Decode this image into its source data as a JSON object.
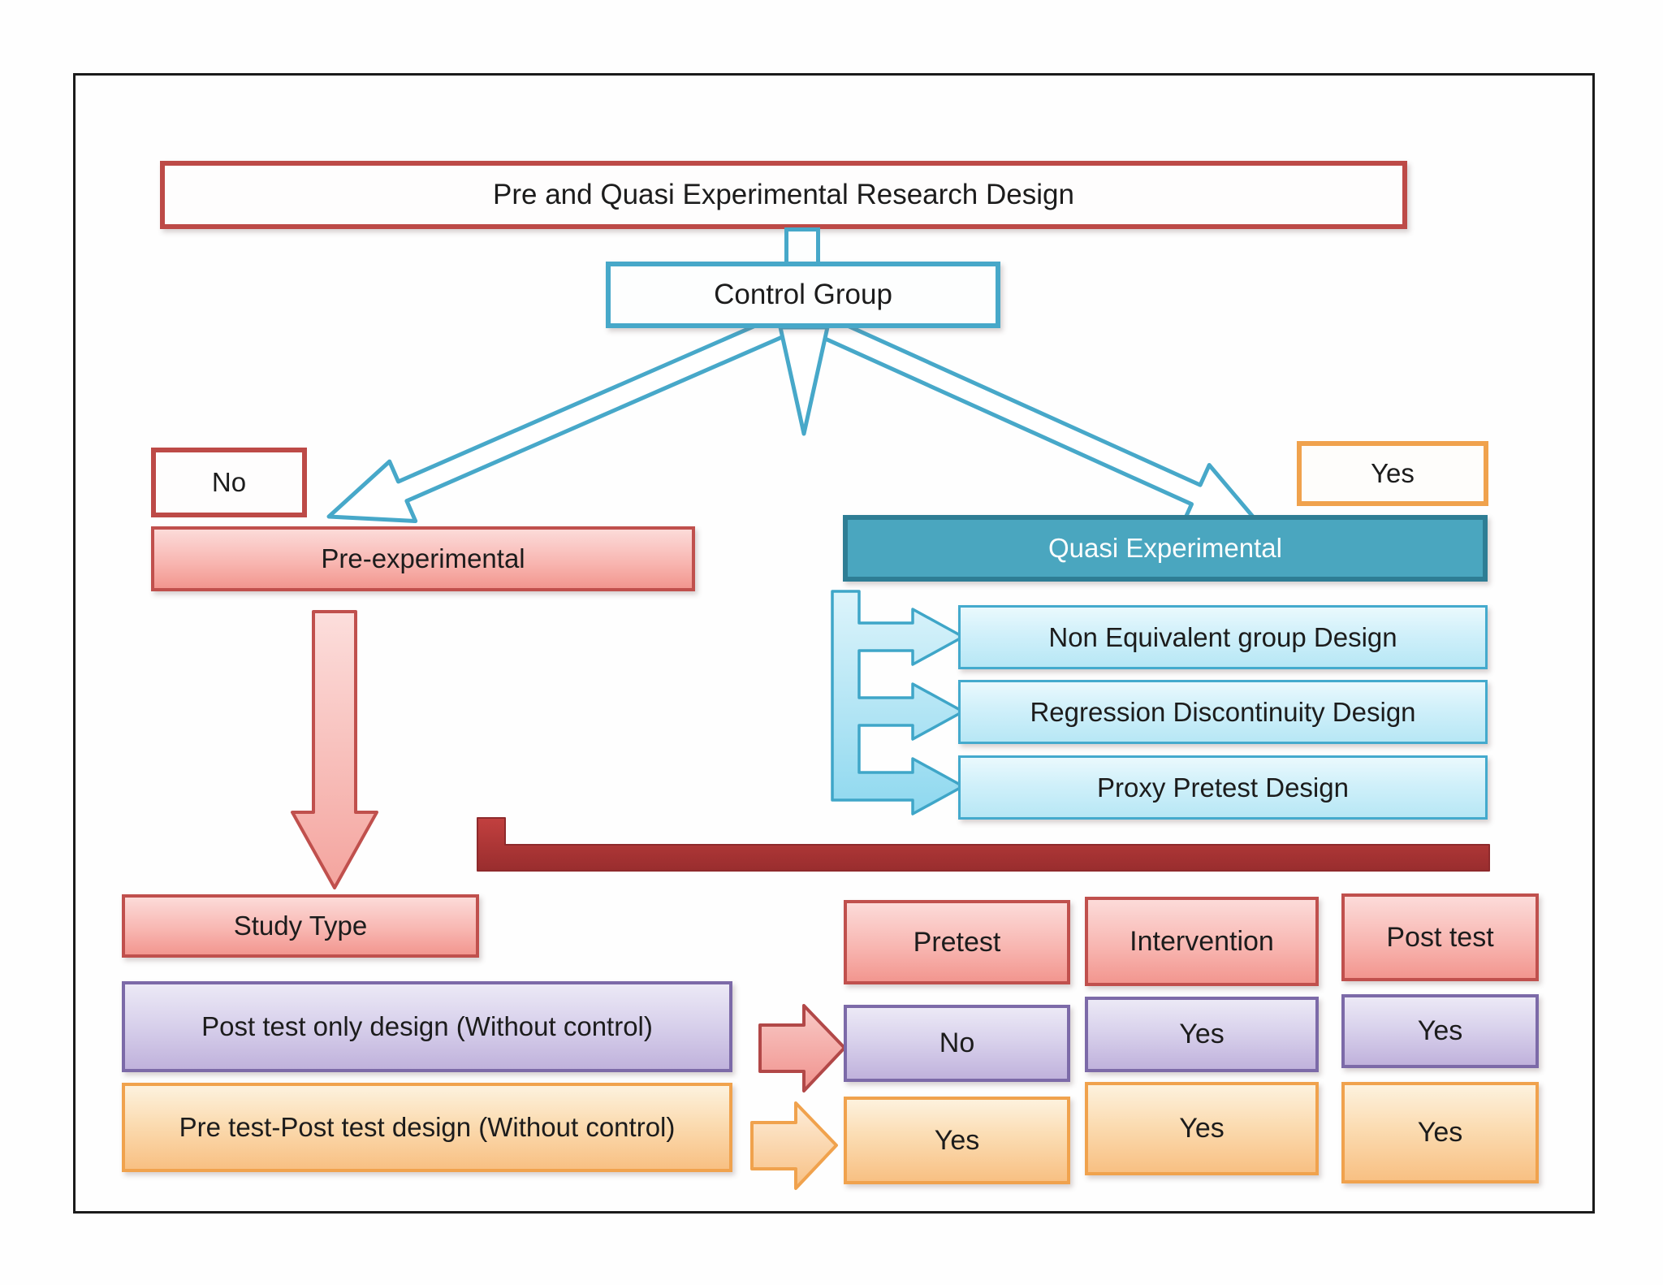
{
  "diagram": {
    "title": "Pre and Quasi Experimental Research Design",
    "control_group": "Control Group",
    "no_label": "No",
    "yes_label": "Yes",
    "pre_experimental": "Pre-experimental",
    "quasi_experimental": "Quasi Experimental",
    "quasi_designs": [
      "Non Equivalent group Design",
      "Regression Discontinuity Design",
      "Proxy Pretest Design"
    ],
    "study_type": "Study Type",
    "study_rows": [
      "Post test only design (Without control)",
      "Pre test-Post test design (Without control)"
    ],
    "table": {
      "headers": [
        "Pretest",
        "Intervention",
        "Post test"
      ],
      "row_posttest_only": [
        "No",
        "Yes",
        "Yes"
      ],
      "row_pretest_posttest": [
        "Yes",
        "Yes",
        "Yes"
      ]
    },
    "colors": {
      "red_border": "#bd4a47",
      "teal_line": "#47a8c9",
      "quasi_fill": "#4aa6bf",
      "quasi_border": "#2e7d94",
      "orange_border": "#f0a24d",
      "purple_border": "#7c6aa8",
      "light_blue_fill": "#b7e7f5",
      "pink_fill": "#f2968f",
      "dark_red_bar": "#a83537",
      "frame_black": "#1b1b1b"
    }
  }
}
